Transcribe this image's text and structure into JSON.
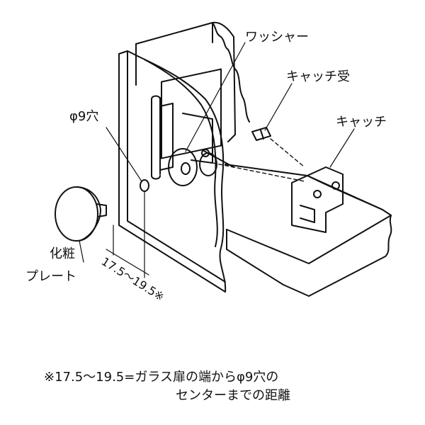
{
  "labels": {
    "washer": "ワッシャー",
    "catch_receiver": "キャッチ受",
    "catch": "キャッチ",
    "hole": "φ9穴",
    "knob_line1": "化粧",
    "knob_line2": "プレート",
    "dimension": "17.5～19.5※"
  },
  "footnote": {
    "line1": "※17.5～19.5=ガラス扉の端からφ9穴の",
    "line2": "センターまでの距離"
  }
}
